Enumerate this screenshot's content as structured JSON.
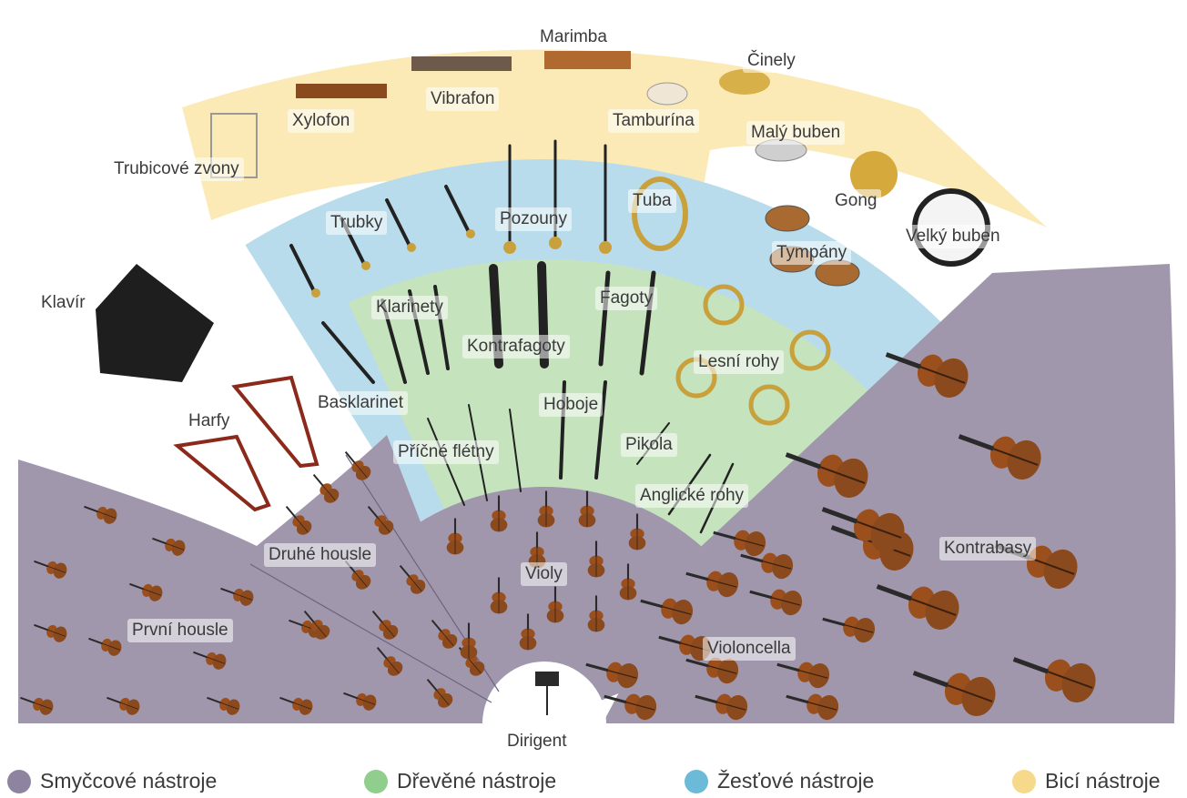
{
  "colors": {
    "strings": "#a197ad",
    "woodwinds": "#c5e3bd",
    "brass": "#b9dcec",
    "percussion": "#fbeab6",
    "wood": "#8b4a1e",
    "dark": "#2a2a2a"
  },
  "labels": {
    "marimba": "Marimba",
    "cinely": "Činely",
    "xylofon": "Xylofon",
    "vibrafon": "Vibrafon",
    "tamburina": "Tamburína",
    "maly_buben": "Malý buben",
    "trubicove_zvony": "Trubicové zvony",
    "gong": "Gong",
    "tuba": "Tuba",
    "pozouny": "Pozouny",
    "trubky": "Trubky",
    "tympany": "Tympány",
    "velky_buben": "Velký buben",
    "klavir": "Klavír",
    "klarinety": "Klarinety",
    "fagoty": "Fagoty",
    "kontrafagoty": "Kontrafagoty",
    "lesni_rohy": "Lesní rohy",
    "basklarinet": "Basklarinet",
    "hoboje": "Hoboje",
    "harfy": "Harfy",
    "pikola": "Pikola",
    "pricne_fletny": "Příčné flétny",
    "anglicke_rohy": "Anglické rohy",
    "druhe_housle": "Druhé housle",
    "violy": "Violy",
    "kontrabasy": "Kontrabasy",
    "prvni_housle": "První housle",
    "violoncella": "Violoncella",
    "dirigent": "Dirigent"
  },
  "legend": [
    {
      "label": "Smyčcové nástroje",
      "color": "#8f84a0"
    },
    {
      "label": "Dřevěné nástroje",
      "color": "#8fce8c"
    },
    {
      "label": "Žesťové nástroje",
      "color": "#6bbad8"
    },
    {
      "label": "Bicí nástroje",
      "color": "#f6d98a"
    }
  ]
}
